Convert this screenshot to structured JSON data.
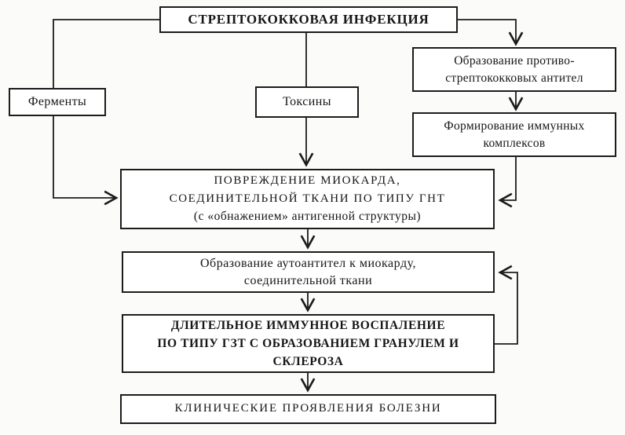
{
  "diagram": {
    "type": "flowchart",
    "language": "ru",
    "topic": "Патогенез ревматизма при стрептококковой инфекции"
  },
  "colors": {
    "paper": "#fbfbf9",
    "box_fill": "#ffffff",
    "ink": "#1c1c1c"
  },
  "boxes": {
    "infection": {
      "text": "СТРЕПТОКОККОВАЯ ИНФЕКЦИЯ"
    },
    "enzymes": {
      "text": "Ферменты"
    },
    "toxins": {
      "text": "Токсины"
    },
    "antistreptococcal_antibodies": {
      "lines": [
        "Образование противо-",
        "стрептококковых антител"
      ]
    },
    "immune_complexes": {
      "lines": [
        "Формирование иммунных",
        "комплексов"
      ]
    },
    "myocardial_damage": {
      "lines": [
        "ПОВРЕЖДЕНИЕ МИОКАРДА,",
        "СОЕДИНИТЕЛЬНОЙ ТКАНИ ПО ТИПУ ГНТ",
        "(с «обнажением» антигенной структуры)"
      ]
    },
    "autoantibodies": {
      "lines": [
        "Образование аутоантител к миокарду,",
        "соединительной ткани"
      ]
    },
    "chronic_inflammation": {
      "lines": [
        "ДЛИТЕЛЬНОЕ ИММУННОЕ ВОСПАЛЕНИЕ",
        "ПО ТИПУ ГЗТ С ОБРАЗОВАНИЕМ ГРАНУЛЕМ И",
        "СКЛЕРОЗА"
      ]
    },
    "clinical_manifestations": {
      "text": "КЛИНИЧЕСКИЕ ПРОЯВЛЕНИЯ БОЛЕЗНИ"
    }
  },
  "edges": [
    {
      "from": "infection",
      "to": "enzymes",
      "arrowhead": false
    },
    {
      "from": "infection",
      "to": "toxins",
      "arrowhead": false
    },
    {
      "from": "infection",
      "to": "antistreptococcal_antibodies",
      "arrowhead": true
    },
    {
      "from": "antistreptococcal_antibodies",
      "to": "immune_complexes",
      "arrowhead": true
    },
    {
      "from": "enzymes",
      "to": "myocardial_damage",
      "arrowhead": true
    },
    {
      "from": "toxins",
      "to": "myocardial_damage",
      "arrowhead": true
    },
    {
      "from": "immune_complexes",
      "to": "myocardial_damage",
      "arrowhead": true
    },
    {
      "from": "myocardial_damage",
      "to": "autoantibodies",
      "arrowhead": true
    },
    {
      "from": "autoantibodies",
      "to": "chronic_inflammation",
      "arrowhead": true
    },
    {
      "from": "chronic_inflammation",
      "to": "autoantibodies",
      "arrowhead": true
    },
    {
      "from": "chronic_inflammation",
      "to": "clinical_manifestations",
      "arrowhead": true
    }
  ]
}
